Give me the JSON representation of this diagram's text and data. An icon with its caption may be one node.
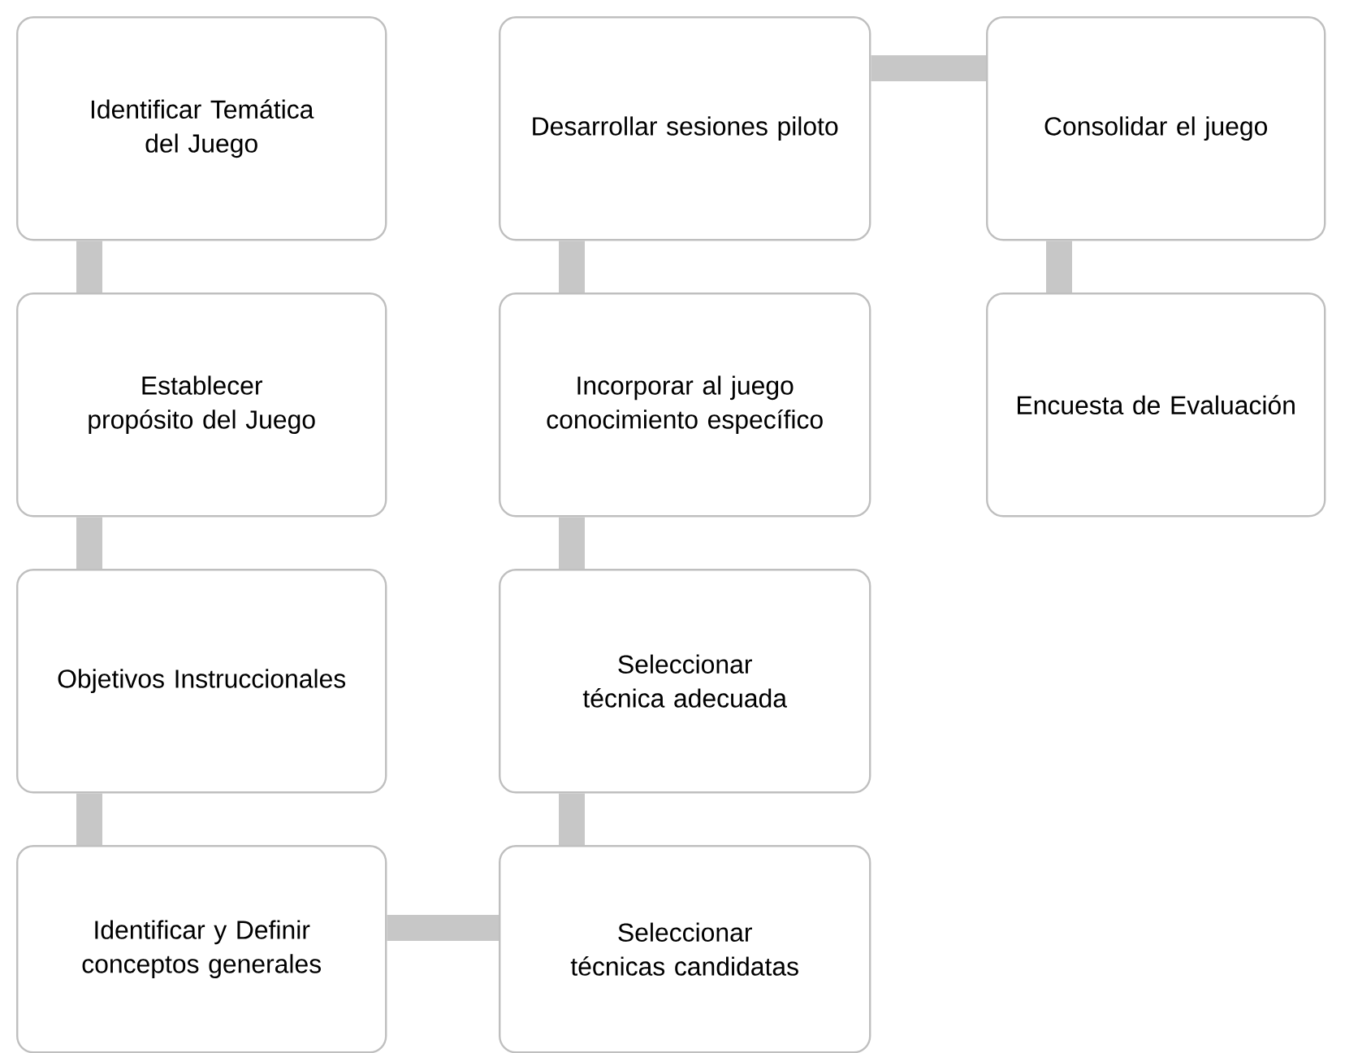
{
  "diagram": {
    "nodes": [
      {
        "text": [
          "Identificar Temática del Juego"
        ]
      },
      {
        "text": [
          "Establecer propósito del Juego"
        ]
      },
      {
        "text": [
          "Objetivos Instruccionales"
        ]
      },
      {
        "text": [
          "Identificar y Definir conceptos generales"
        ]
      },
      {
        "text": [
          "Seleccionar técnicas candidatas"
        ]
      },
      {
        "text": [
          "Seleccionar técnica adecuada"
        ]
      },
      {
        "text": [
          "Incorporar al juego conocimiento específico"
        ]
      },
      {
        "text": [
          "Desarrollar sesiones piloto"
        ]
      },
      {
        "text": [
          "Consolidar el juego"
        ]
      },
      {
        "text": [
          "Encuesta de Evaluación"
        ]
      }
    ],
    "edges": [
      {
        "from": 0,
        "to": 1,
        "arrow": "none"
      },
      {
        "from": 1,
        "to": 2,
        "arrow": "none"
      },
      {
        "from": 2,
        "to": 3,
        "arrow": "none"
      },
      {
        "from": 3,
        "to": 4,
        "arrow": "none"
      },
      {
        "from": 4,
        "to": 5,
        "arrow": "none"
      },
      {
        "from": 5,
        "to": 6,
        "arrow": "none"
      },
      {
        "from": 6,
        "to": 7,
        "arrow": "none"
      },
      {
        "from": 7,
        "to": 8,
        "arrow": "none"
      },
      {
        "from": 8,
        "to": 9,
        "arrow": "none"
      }
    ]
  }
}
